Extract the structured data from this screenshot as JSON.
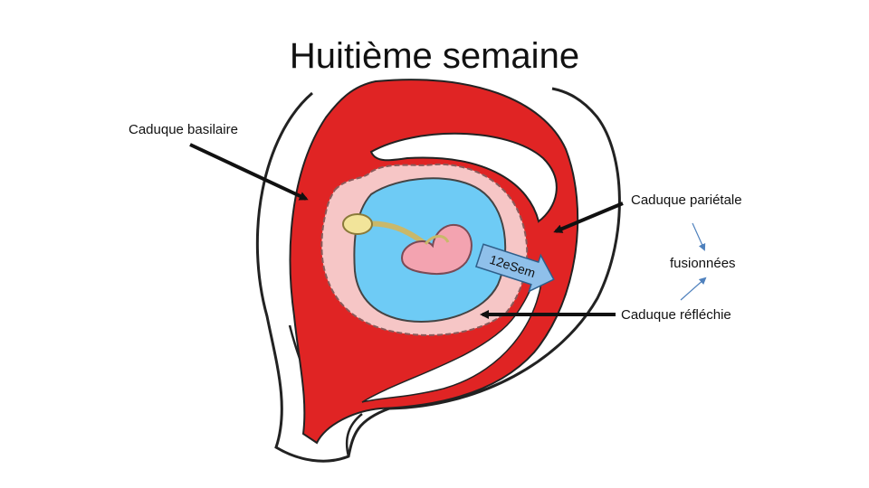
{
  "title": "Huitième semaine",
  "labels": {
    "basilaire": "Caduque basilaire",
    "parietale": "Caduque pariétale",
    "fusionnees": "fusionnées",
    "reflechie": "Caduque réfléchie"
  },
  "tag": "12eSem",
  "colors": {
    "decidua": "#e02424",
    "amniotic_fluid": "#6ecbf5",
    "chorion": "#f6c6c6",
    "yolk_sac": "#f2e49a",
    "outline": "#222222",
    "tag_fill": "#8fc0ea",
    "small_arrow": "#4f81bd"
  }
}
